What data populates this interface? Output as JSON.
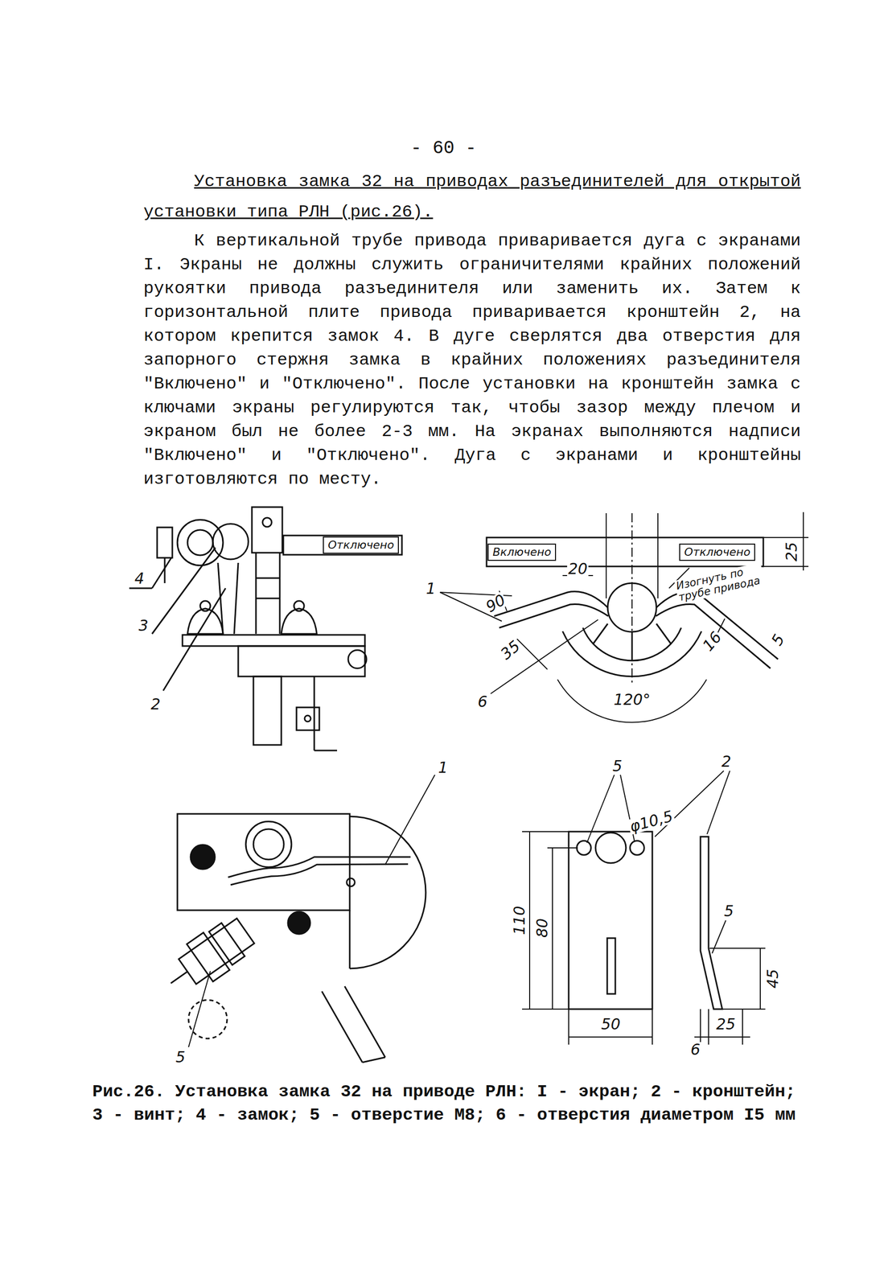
{
  "diagram": {
    "title": "Установка замка 32 на приводах разъединителей для открытой установки типа РЛН (рис.26).",
    "caption": "Рис.26. Установка замка 32 на приводе РЛН: I - экран; 2 - кронштейн; 3 - винт; 4 - замок; 5 - отверстие М8; 6 - отверстия диаметром I5 мм",
    "nodes": [
      {
        "text": [
          "Отключено"
        ]
      },
      {
        "text": [
          "Включено"
        ]
      },
      {
        "text": [
          "Отключено"
        ]
      }
    ],
    "labels": [
      "- 60 -",
      "К вертикальной трубе привода приваривается дуга с экранами I. Экраны не должны служить ограничителями крайних положений рукоятки привода разъединителя или заменить их. Затем к горизонтальной плите привода приваривается кронштейн 2, на котором крепится замок 4. В дуге сверлятся два отверстия для запорного стержня замка в крайних положениях разъединителя \"Включено\" и \"Отключено\". После установки на кронштейн замка с ключами экраны регулируются так, чтобы зазор между плечом и экраном был не более 2-3 мм. На экранах выполняются надписи \"Включено\" и \"Отключено\". Дуга с экранами и кронштейны изготовляются по месту.",
      "4",
      "3",
      "2",
      "1",
      "20",
      "90",
      "35",
      "16",
      "5",
      "6",
      "120°",
      "25",
      "Изогнуть по трубе привода",
      "1",
      "5",
      "5",
      "2",
      "φ10,5",
      "110",
      "80",
      "5",
      "45",
      "50",
      "6",
      "25"
    ]
  }
}
